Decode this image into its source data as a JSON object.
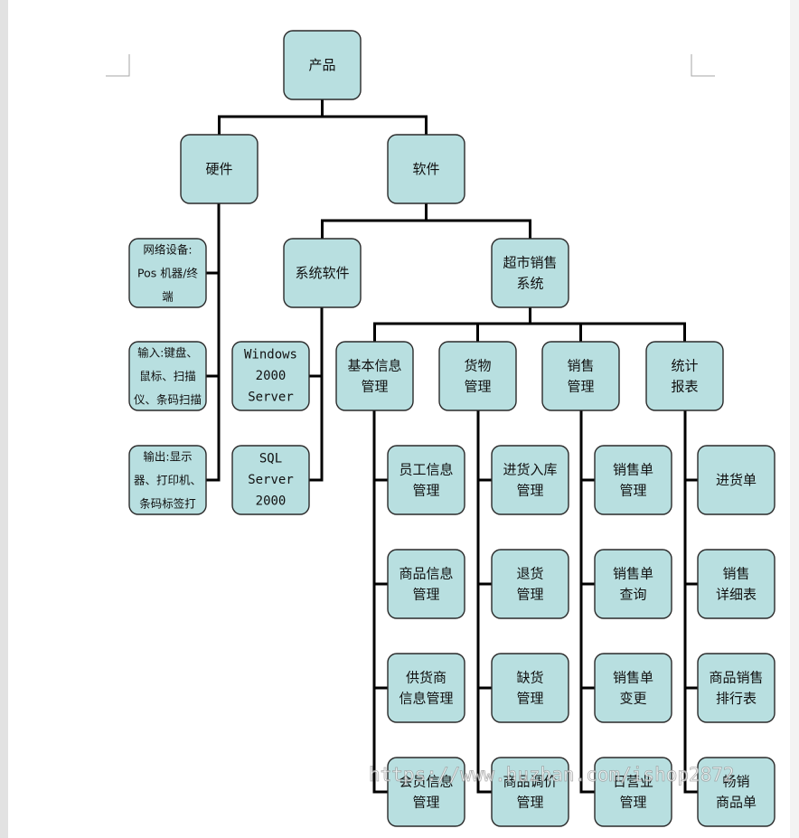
{
  "diagram": {
    "nodes": [
      {
        "id": "product",
        "lines": [
          "产品"
        ]
      },
      {
        "id": "hardware",
        "lines": [
          "硬件"
        ]
      },
      {
        "id": "software",
        "lines": [
          "软件"
        ]
      },
      {
        "id": "network-device",
        "lines": [
          "网络设备:",
          "Pos 机器/终",
          "端"
        ]
      },
      {
        "id": "input-device",
        "lines": [
          "输入:键盘、",
          "鼠标、扫描",
          "仪、条码扫描"
        ]
      },
      {
        "id": "output-device",
        "lines": [
          "输出:显示",
          "器、打印机、",
          "条码标签打"
        ]
      },
      {
        "id": "system-software",
        "lines": [
          "系统软件"
        ]
      },
      {
        "id": "supermarket-sales-system",
        "lines": [
          "超市销售",
          "系统"
        ]
      },
      {
        "id": "windows-2000-server",
        "lines": [
          "Windows",
          "2000",
          "Server"
        ]
      },
      {
        "id": "sql-server-2000",
        "lines": [
          "SQL",
          "Server",
          "2000"
        ]
      },
      {
        "id": "basic-info-management",
        "lines": [
          "基本信息",
          "管理"
        ]
      },
      {
        "id": "goods-management",
        "lines": [
          "货物",
          "管理"
        ]
      },
      {
        "id": "sales-management",
        "lines": [
          "销售",
          "管理"
        ]
      },
      {
        "id": "statistics-report",
        "lines": [
          "统计",
          "报表"
        ]
      },
      {
        "id": "employee-info-management",
        "lines": [
          "员工信息",
          "管理"
        ]
      },
      {
        "id": "product-info-management",
        "lines": [
          "商品信息",
          "管理"
        ]
      },
      {
        "id": "supplier-info-management",
        "lines": [
          "供货商",
          "信息管理"
        ]
      },
      {
        "id": "member-info-management",
        "lines": [
          "会员信息",
          "管理"
        ]
      },
      {
        "id": "stock-in-management",
        "lines": [
          "进货入库",
          "管理"
        ]
      },
      {
        "id": "return-management",
        "lines": [
          "退货",
          "管理"
        ]
      },
      {
        "id": "shortage-management",
        "lines": [
          "缺货",
          "管理"
        ]
      },
      {
        "id": "price-adjustment-management",
        "lines": [
          "商品调价",
          "管理"
        ]
      },
      {
        "id": "sales-order-management",
        "lines": [
          "销售单",
          "管理"
        ]
      },
      {
        "id": "sales-order-query",
        "lines": [
          "销售单",
          "查询"
        ]
      },
      {
        "id": "sales-order-change",
        "lines": [
          "销售单",
          "变更"
        ]
      },
      {
        "id": "daily-business-management",
        "lines": [
          "日营业",
          "管理"
        ]
      },
      {
        "id": "purchase-list",
        "lines": [
          "进货单"
        ]
      },
      {
        "id": "sales-detail-report",
        "lines": [
          "销售",
          "详细表"
        ]
      },
      {
        "id": "product-sales-ranking",
        "lines": [
          "商品销售",
          "排行表"
        ]
      },
      {
        "id": "unsold-product-list",
        "lines": [
          "畅销",
          "商品单"
        ]
      }
    ],
    "edges": [
      [
        "product",
        "hardware"
      ],
      [
        "product",
        "software"
      ],
      [
        "hardware",
        "network-device"
      ],
      [
        "hardware",
        "input-device"
      ],
      [
        "hardware",
        "output-device"
      ],
      [
        "software",
        "system-software"
      ],
      [
        "software",
        "supermarket-sales-system"
      ],
      [
        "system-software",
        "windows-2000-server"
      ],
      [
        "system-software",
        "sql-server-2000"
      ],
      [
        "supermarket-sales-system",
        "basic-info-management"
      ],
      [
        "supermarket-sales-system",
        "goods-management"
      ],
      [
        "supermarket-sales-system",
        "sales-management"
      ],
      [
        "supermarket-sales-system",
        "statistics-report"
      ],
      [
        "basic-info-management",
        "employee-info-management"
      ],
      [
        "basic-info-management",
        "product-info-management"
      ],
      [
        "basic-info-management",
        "supplier-info-management"
      ],
      [
        "basic-info-management",
        "member-info-management"
      ],
      [
        "goods-management",
        "stock-in-management"
      ],
      [
        "goods-management",
        "return-management"
      ],
      [
        "goods-management",
        "shortage-management"
      ],
      [
        "goods-management",
        "price-adjustment-management"
      ],
      [
        "sales-management",
        "sales-order-management"
      ],
      [
        "sales-management",
        "sales-order-query"
      ],
      [
        "sales-management",
        "sales-order-change"
      ],
      [
        "sales-management",
        "daily-business-management"
      ],
      [
        "statistics-report",
        "purchase-list"
      ],
      [
        "statistics-report",
        "sales-detail-report"
      ],
      [
        "statistics-report",
        "product-sales-ranking"
      ],
      [
        "statistics-report",
        "unsold-product-list"
      ]
    ]
  },
  "watermark": "https://www.huzhan.com/ishop2872"
}
